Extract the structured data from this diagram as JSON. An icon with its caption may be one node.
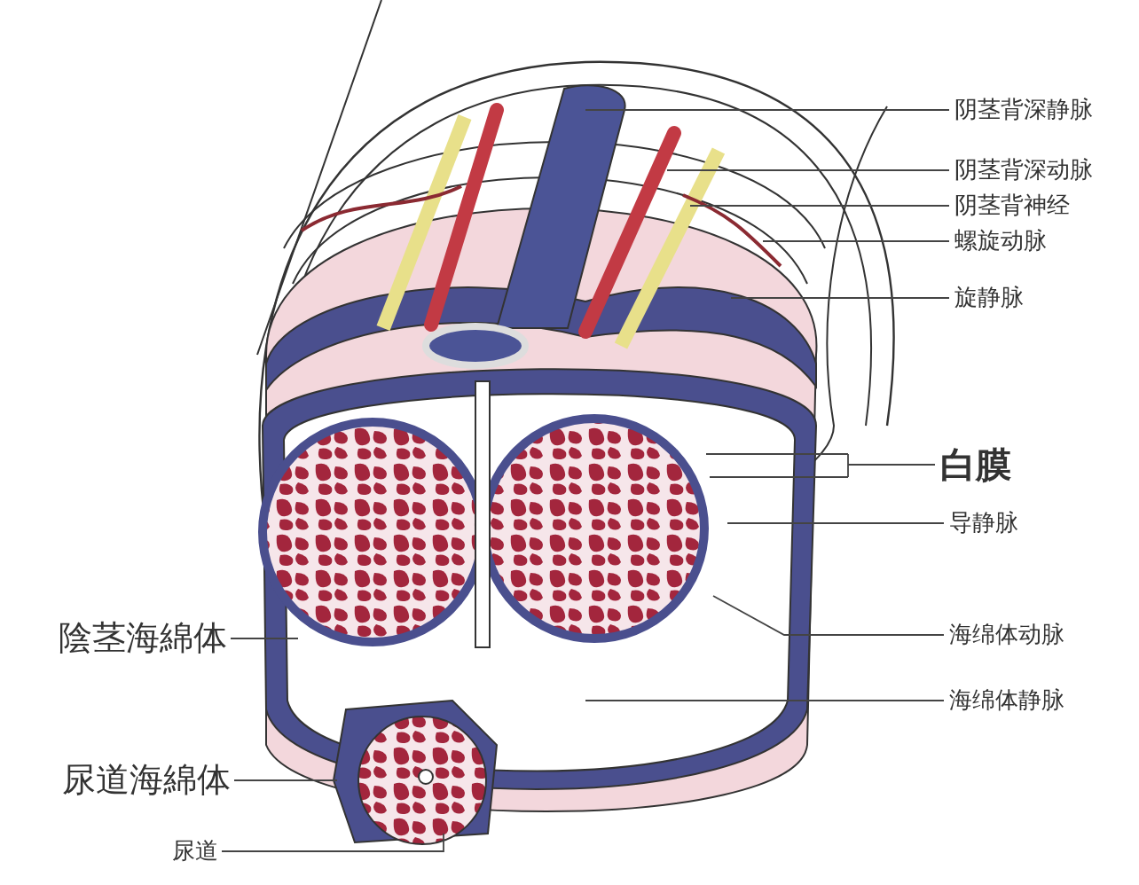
{
  "diagram": {
    "nodes": [
      {
        "text": [
          "阴茎背深静脉"
        ]
      },
      {
        "text": [
          "阴茎背深动脉"
        ]
      },
      {
        "text": [
          "阴茎背神经"
        ]
      },
      {
        "text": [
          "螺旋动脉"
        ]
      },
      {
        "text": [
          "旋静脉"
        ]
      },
      {
        "text": [
          "白膜"
        ]
      },
      {
        "text": [
          "导静脉"
        ]
      },
      {
        "text": [
          "海绵体动脉"
        ]
      },
      {
        "text": [
          "海绵体静脉"
        ]
      },
      {
        "text": [
          "陰茎海綿体"
        ]
      },
      {
        "text": [
          "尿道海綿体"
        ]
      },
      {
        "text": [
          "尿道"
        ]
      }
    ],
    "edges": [
      {
        "from": 0,
        "to": null,
        "arrow": "none"
      },
      {
        "from": 1,
        "to": null,
        "arrow": "none"
      },
      {
        "from": 2,
        "to": null,
        "arrow": "none"
      },
      {
        "from": 3,
        "to": null,
        "arrow": "none"
      },
      {
        "from": 4,
        "to": null,
        "arrow": "none"
      },
      {
        "from": 5,
        "to": null,
        "arrow": "none"
      },
      {
        "from": 6,
        "to": null,
        "arrow": "none"
      },
      {
        "from": 7,
        "to": null,
        "arrow": "none"
      },
      {
        "from": 8,
        "to": null,
        "arrow": "none"
      },
      {
        "from": 9,
        "to": null,
        "arrow": "none"
      },
      {
        "from": 10,
        "to": null,
        "arrow": "none"
      },
      {
        "from": 11,
        "to": null,
        "arrow": "none"
      }
    ]
  }
}
